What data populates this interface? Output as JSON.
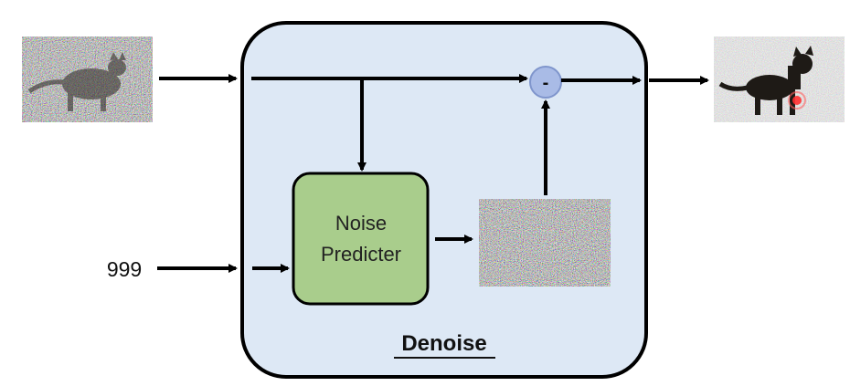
{
  "diagram": {
    "block_label": "Denoise",
    "predictor_label_line1": "Noise",
    "predictor_label_line2": "Predicter",
    "step_input": "999",
    "subtract_symbol": "-",
    "input_image_icon": "noisy-cat-image",
    "output_image_icon": "less-noisy-cat-image",
    "predicted_noise_icon": "predicted-noise-image"
  },
  "colors": {
    "block_fill": "#dde8f5",
    "block_stroke": "#000000",
    "predictor_fill": "#a9cd8c",
    "predictor_stroke": "#000000",
    "subtract_fill": "#a9bbe6",
    "subtract_stroke": "#7f95cc",
    "arrow": "#000000"
  }
}
